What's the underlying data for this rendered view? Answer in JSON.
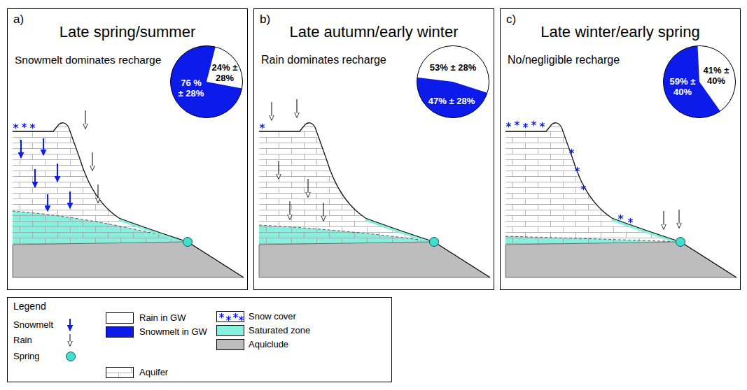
{
  "diagram": {
    "nodes": [
      {
        "text": [
          "a)",
          "Late spring/summer",
          "Snowmelt dominates recharge"
        ]
      },
      {
        "text": [
          "76 % ± 28%",
          "24% ± 28%"
        ],
        "in": 0
      },
      {
        "text": [
          "b)",
          "Late autumn/early winter",
          "Rain dominates recharge"
        ]
      },
      {
        "text": [
          "53% ± 28%",
          "47% ± 28%"
        ],
        "in": 2
      },
      {
        "text": [
          "c)",
          "Late winter/early spring",
          "No/negligible recharge"
        ]
      },
      {
        "text": [
          "41% ± 40%",
          "59% ± 40%"
        ],
        "in": 4
      },
      {
        "text": [
          "Legend"
        ]
      }
    ],
    "legend": [
      {
        "text": "Snowmelt"
      },
      {
        "text": "Rain"
      },
      {
        "text": "Spring"
      },
      {
        "text": "Rain in GW",
        "color": "#ffffff"
      },
      {
        "text": "Snowmelt in GW",
        "color": "#0d1bea"
      },
      {
        "text": "Snow cover"
      },
      {
        "text": "Saturated zone",
        "color": "#86f0df"
      },
      {
        "text": "Aquiclude",
        "color": "#bdbdbd"
      },
      {
        "text": "Aquifer"
      }
    ]
  }
}
